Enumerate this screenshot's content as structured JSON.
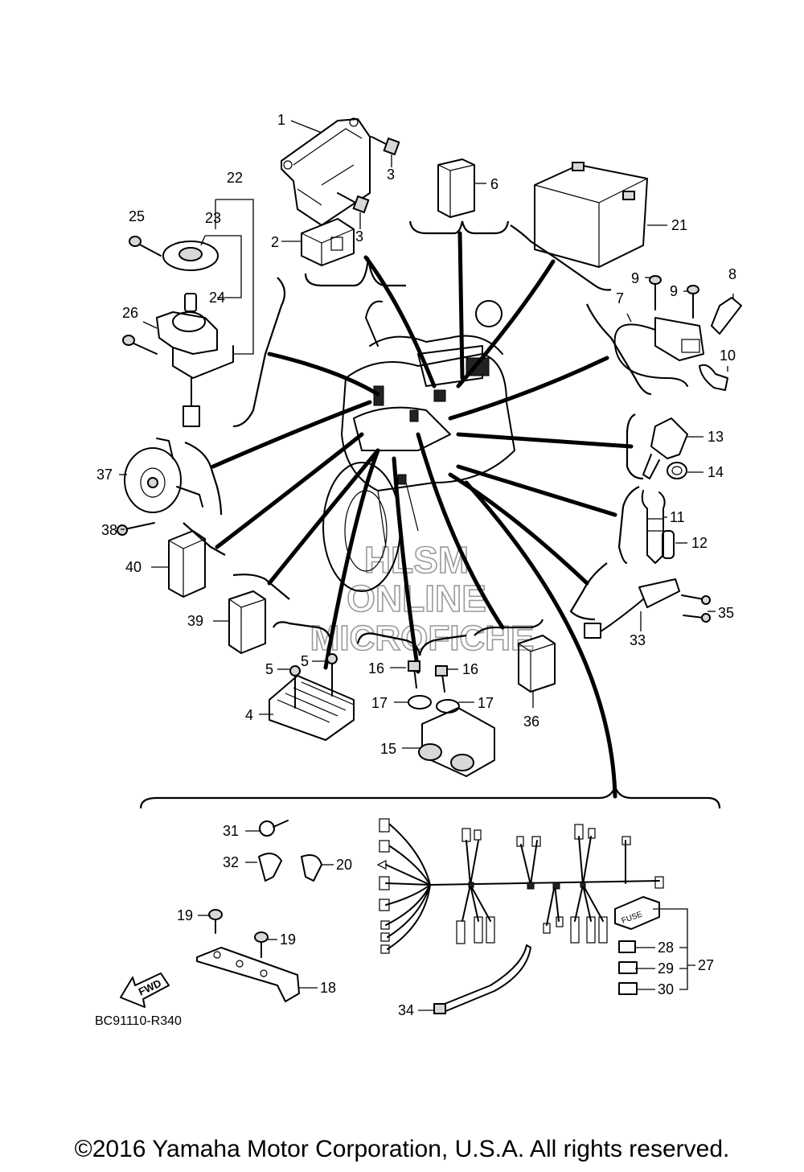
{
  "diagram": {
    "drawing_code": "BC91110-R340",
    "copyright": "©2016 Yamaha Motor Corporation, U.S.A. All rights reserved.",
    "watermark": [
      "HLSM",
      "ONLINE",
      "MICROFICHE"
    ],
    "fwd_label": "FWD",
    "fuse_label": "FUSE",
    "callouts": [
      "1",
      "2",
      "3",
      "3",
      "4",
      "5",
      "5",
      "6",
      "7",
      "8",
      "9",
      "9",
      "10",
      "11",
      "12",
      "13",
      "14",
      "15",
      "16",
      "16",
      "17",
      "17",
      "18",
      "19",
      "19",
      "20",
      "21",
      "22",
      "23",
      "24",
      "25",
      "26",
      "27",
      "28",
      "29",
      "30",
      "31",
      "32",
      "33",
      "34",
      "35",
      "36",
      "37",
      "38",
      "39",
      "40"
    ]
  }
}
